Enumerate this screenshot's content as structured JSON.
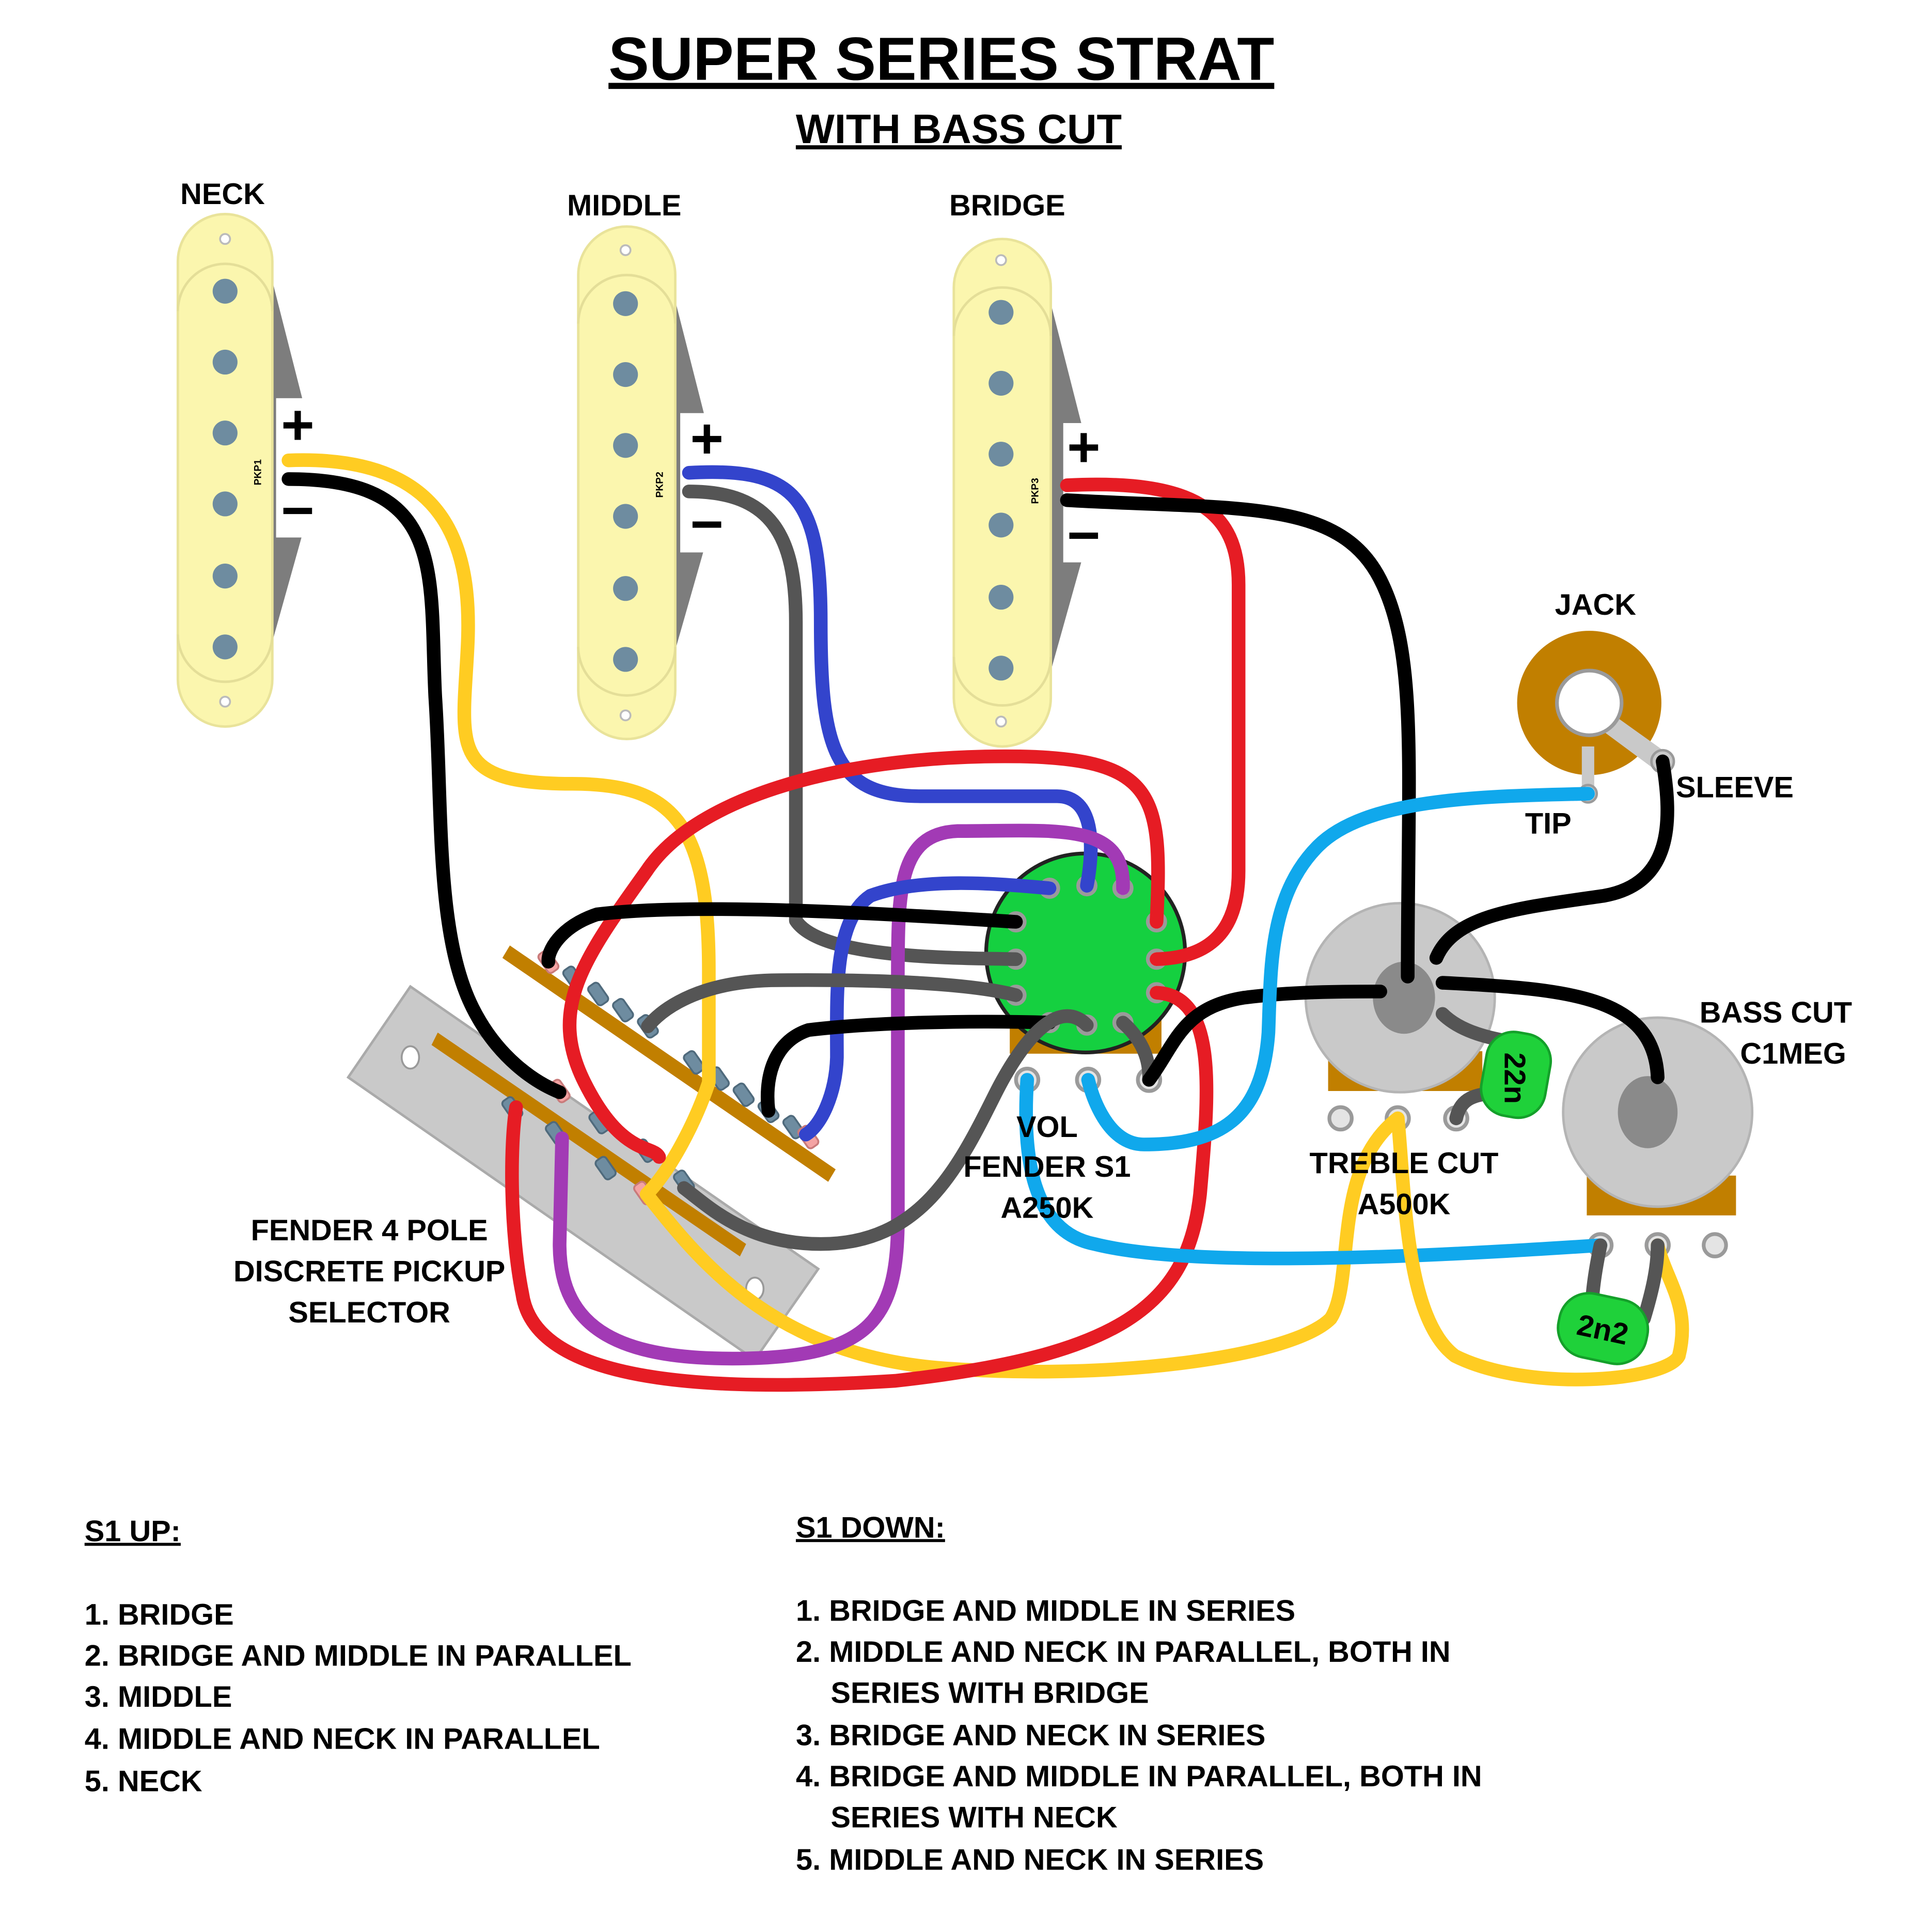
{
  "title": "SUPER SERIES STRAT",
  "subtitle": "WITH BASS CUT",
  "pickups": [
    {
      "name": "NECK",
      "code": "PKP1"
    },
    {
      "name": "MIDDLE",
      "code": "PKP2"
    },
    {
      "name": "BRIDGE",
      "code": "PKP3"
    }
  ],
  "polarity": {
    "plus": "+",
    "minus": "−"
  },
  "jack": {
    "label": "JACK",
    "tip": "TIP",
    "sleeve": "SLEEVE"
  },
  "volume": {
    "line1": "VOL",
    "line2": "FENDER S1",
    "line3": "A250K"
  },
  "treble": {
    "line1": "TREBLE CUT",
    "line2": "A500K"
  },
  "bass": {
    "line1": "BASS CUT",
    "line2": "C1MEG"
  },
  "caps": {
    "treble": "22n",
    "bass": "2n2"
  },
  "selector": {
    "line1": "FENDER 4 POLE",
    "line2": "DISCRETE PICKUP",
    "line3": "SELECTOR"
  },
  "s1_up": {
    "heading": "S1 UP:",
    "items": [
      "1. BRIDGE",
      "2. BRIDGE AND MIDDLE IN PARALLEL",
      "3. MIDDLE",
      "4. MIDDLE AND NECK IN PARALLEL",
      "5. NECK"
    ]
  },
  "s1_down": {
    "heading": "S1 DOWN:",
    "items": [
      "1. BRIDGE AND MIDDLE IN SERIES",
      "2. MIDDLE AND NECK IN PARALLEL, BOTH IN",
      "SERIES WITH BRIDGE",
      "3. BRIDGE AND NECK IN SERIES",
      "4. BRIDGE AND MIDDLE IN PARALLEL, BOTH IN",
      "SERIES WITH NECK",
      "5. MIDDLE AND NECK IN SERIES"
    ]
  },
  "colors": {
    "pickup": "#fbf6ae",
    "pole": "#6e8ca0",
    "pot": "#c9c9c9",
    "pcb": "#15d040",
    "brass": "#c17f00",
    "cap": "#1fd13a",
    "wire_black": "#000000",
    "wire_yellow": "#ffcc22",
    "wire_red": "#e61c24",
    "wire_blue": "#3344cc",
    "wire_gray": "#555555",
    "wire_purple": "#a23ab5",
    "wire_cyan": "#10a8ec"
  }
}
